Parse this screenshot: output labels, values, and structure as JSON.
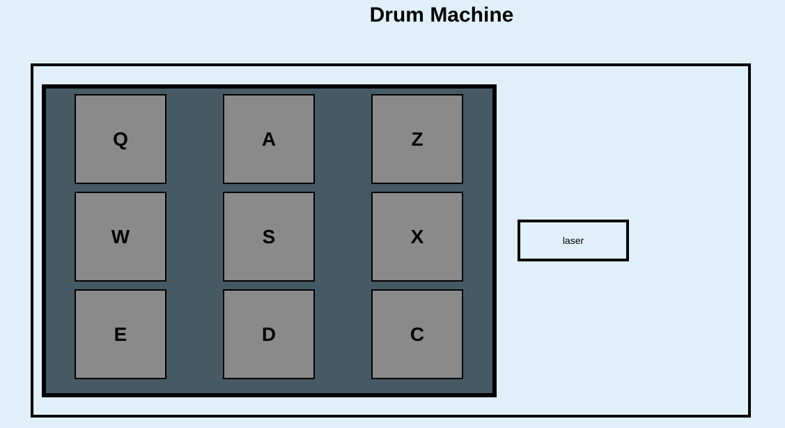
{
  "app": {
    "title": "Drum Machine"
  },
  "pads": [
    {
      "key": "Q"
    },
    {
      "key": "A"
    },
    {
      "key": "Z"
    },
    {
      "key": "W"
    },
    {
      "key": "S"
    },
    {
      "key": "X"
    },
    {
      "key": "E"
    },
    {
      "key": "D"
    },
    {
      "key": "C"
    }
  ],
  "display": {
    "text": "laser"
  },
  "colors": {
    "background": "#e1f0f8",
    "pad_bank": "#465a64",
    "pad": "#8a8a8a",
    "border": "#000000"
  }
}
